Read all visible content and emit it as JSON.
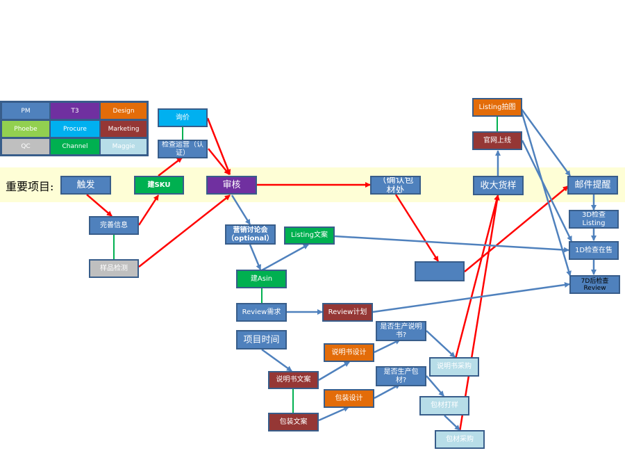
{
  "colors": {
    "blue": "#4f81bd",
    "cyan": "#00b0f0",
    "green": "#00b050",
    "orange": "#e36c09",
    "purple": "#7030a0",
    "dark_red": "#953735",
    "light_blue": "#b7dde8",
    "gray": "#bfbfbf",
    "light_green": "#92d050",
    "band": "#fefed6",
    "arrow_red": "#ff0000",
    "arrow_blue": "#4f81bd",
    "connector_green": "#00b050"
  },
  "legend": [
    {
      "label": "PM",
      "color": "blue"
    },
    {
      "label": "T3",
      "color": "purple"
    },
    {
      "label": "Design",
      "color": "orange"
    },
    {
      "label": "Phoebe",
      "color": "light_green"
    },
    {
      "label": "Procure",
      "color": "cyan"
    },
    {
      "label": "Marketing",
      "color": "dark_red"
    },
    {
      "label": "QC",
      "color": "gray"
    },
    {
      "label": "Channel",
      "color": "green"
    },
    {
      "label": "Maggie",
      "color": "light_blue"
    }
  ],
  "important_label": "重要项目:",
  "nodes": {
    "trigger": "触发",
    "improve_info": "完善信息",
    "sample_test": "样品检测",
    "create_sku": "建SKU",
    "inquiry": "询价",
    "check_ops": "检查运营（认证）",
    "review": "审核",
    "marketing_discussion": "营销讨论会（optional）",
    "listing_copy": "Listing文案",
    "create_asin": "建Asin",
    "review_needs": "Review需求",
    "review_plan": "Review计划",
    "project_time": "项目时间",
    "manual_copy": "说明书文案",
    "manual_design": "说明书设计",
    "produce_manual": "是否生产说明书?",
    "manual_purchase": "说明书采购",
    "package_copy": "包装文案",
    "package_design": "包装设计",
    "produce_package": "是否生产包材?",
    "package_proof": "包材打样",
    "package_purchase": "包材采购",
    "confirm_package": "（确认包 材处",
    "blank_box": "",
    "receive_goods": "收大货样",
    "official_online": "官网上线",
    "listing_photo": "Listing拍图",
    "email_reminder": "邮件提醒",
    "check_3d": "3D检查Listing",
    "check_1d": "1D检查在售",
    "check_7d": "7D后检查Review"
  }
}
